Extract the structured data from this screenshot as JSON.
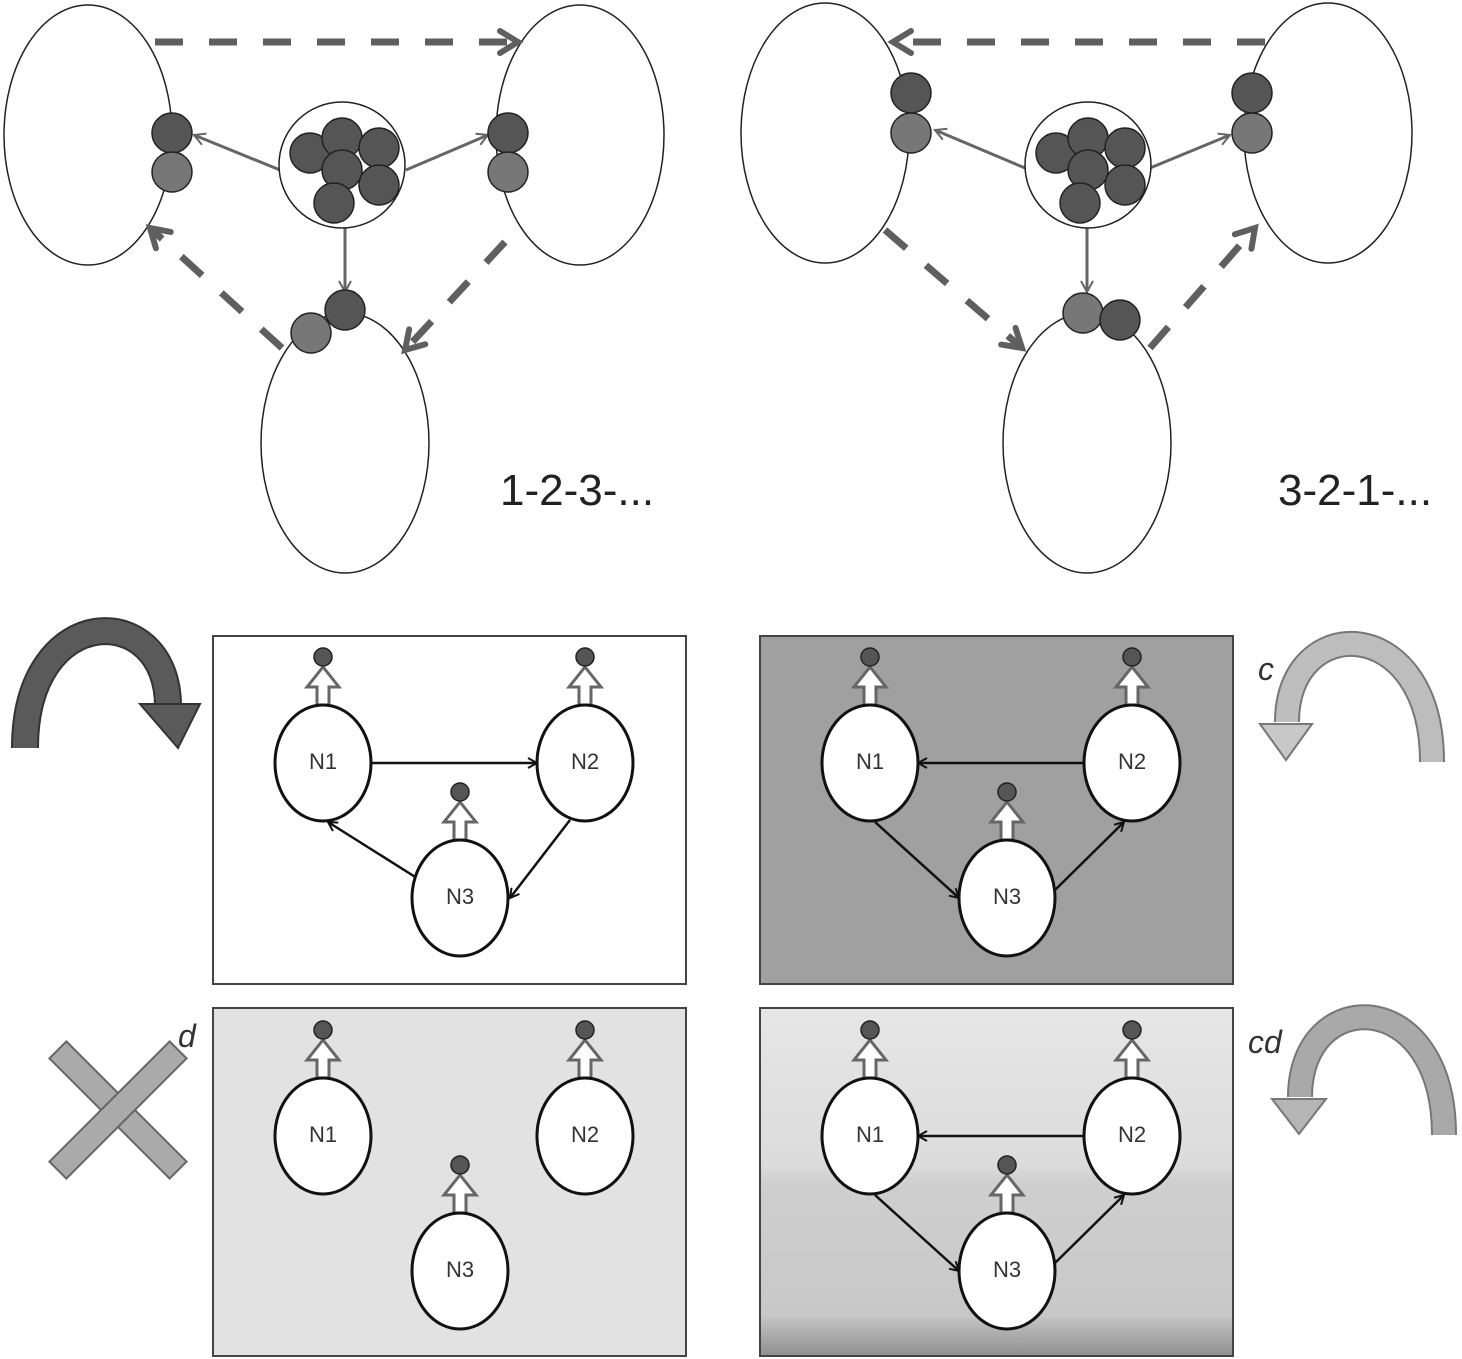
{
  "top_left": {
    "sequence": "1-2-3-..."
  },
  "top_right": {
    "sequence": "3-2-1-..."
  },
  "panels": {
    "clockwise": {
      "nodes": [
        "N1",
        "N2",
        "N3"
      ]
    },
    "c": {
      "nodes": [
        "N1",
        "N2",
        "N3"
      ]
    },
    "d": {
      "nodes": [
        "N1",
        "N2",
        "N3"
      ]
    },
    "cd": {
      "nodes": [
        "N1",
        "N2",
        "N3"
      ]
    }
  },
  "annotations": {
    "c": "c",
    "d": "d",
    "cd": "cd"
  },
  "colors": {
    "dark_dot": "#555555",
    "mid_dot": "#777777",
    "dashed": "#5f5f5f",
    "panel_c_bg": "#a0a0a0",
    "panel_d_bg": "#e2e2e2"
  }
}
